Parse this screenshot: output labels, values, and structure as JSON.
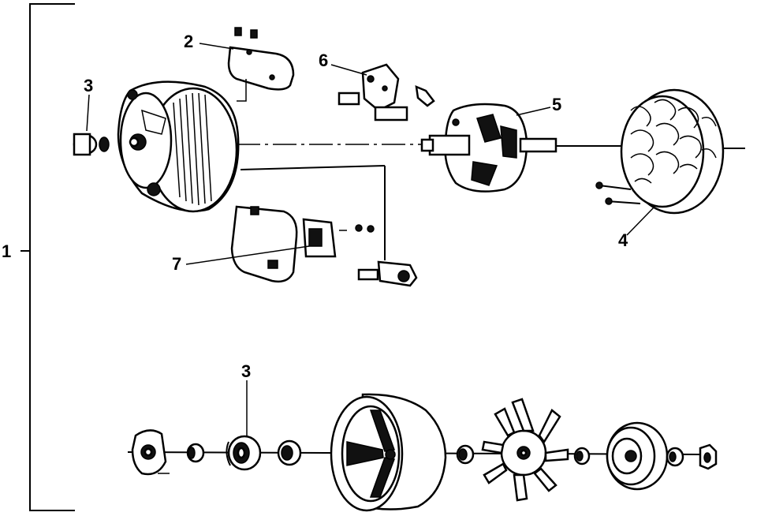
{
  "labels": {
    "assembly": "1",
    "regulator": "2",
    "bearing_upper": "3",
    "bearing_lower": "3",
    "stator": "4",
    "rotor": "5",
    "brush_holder": "6",
    "rectifier": "7"
  }
}
